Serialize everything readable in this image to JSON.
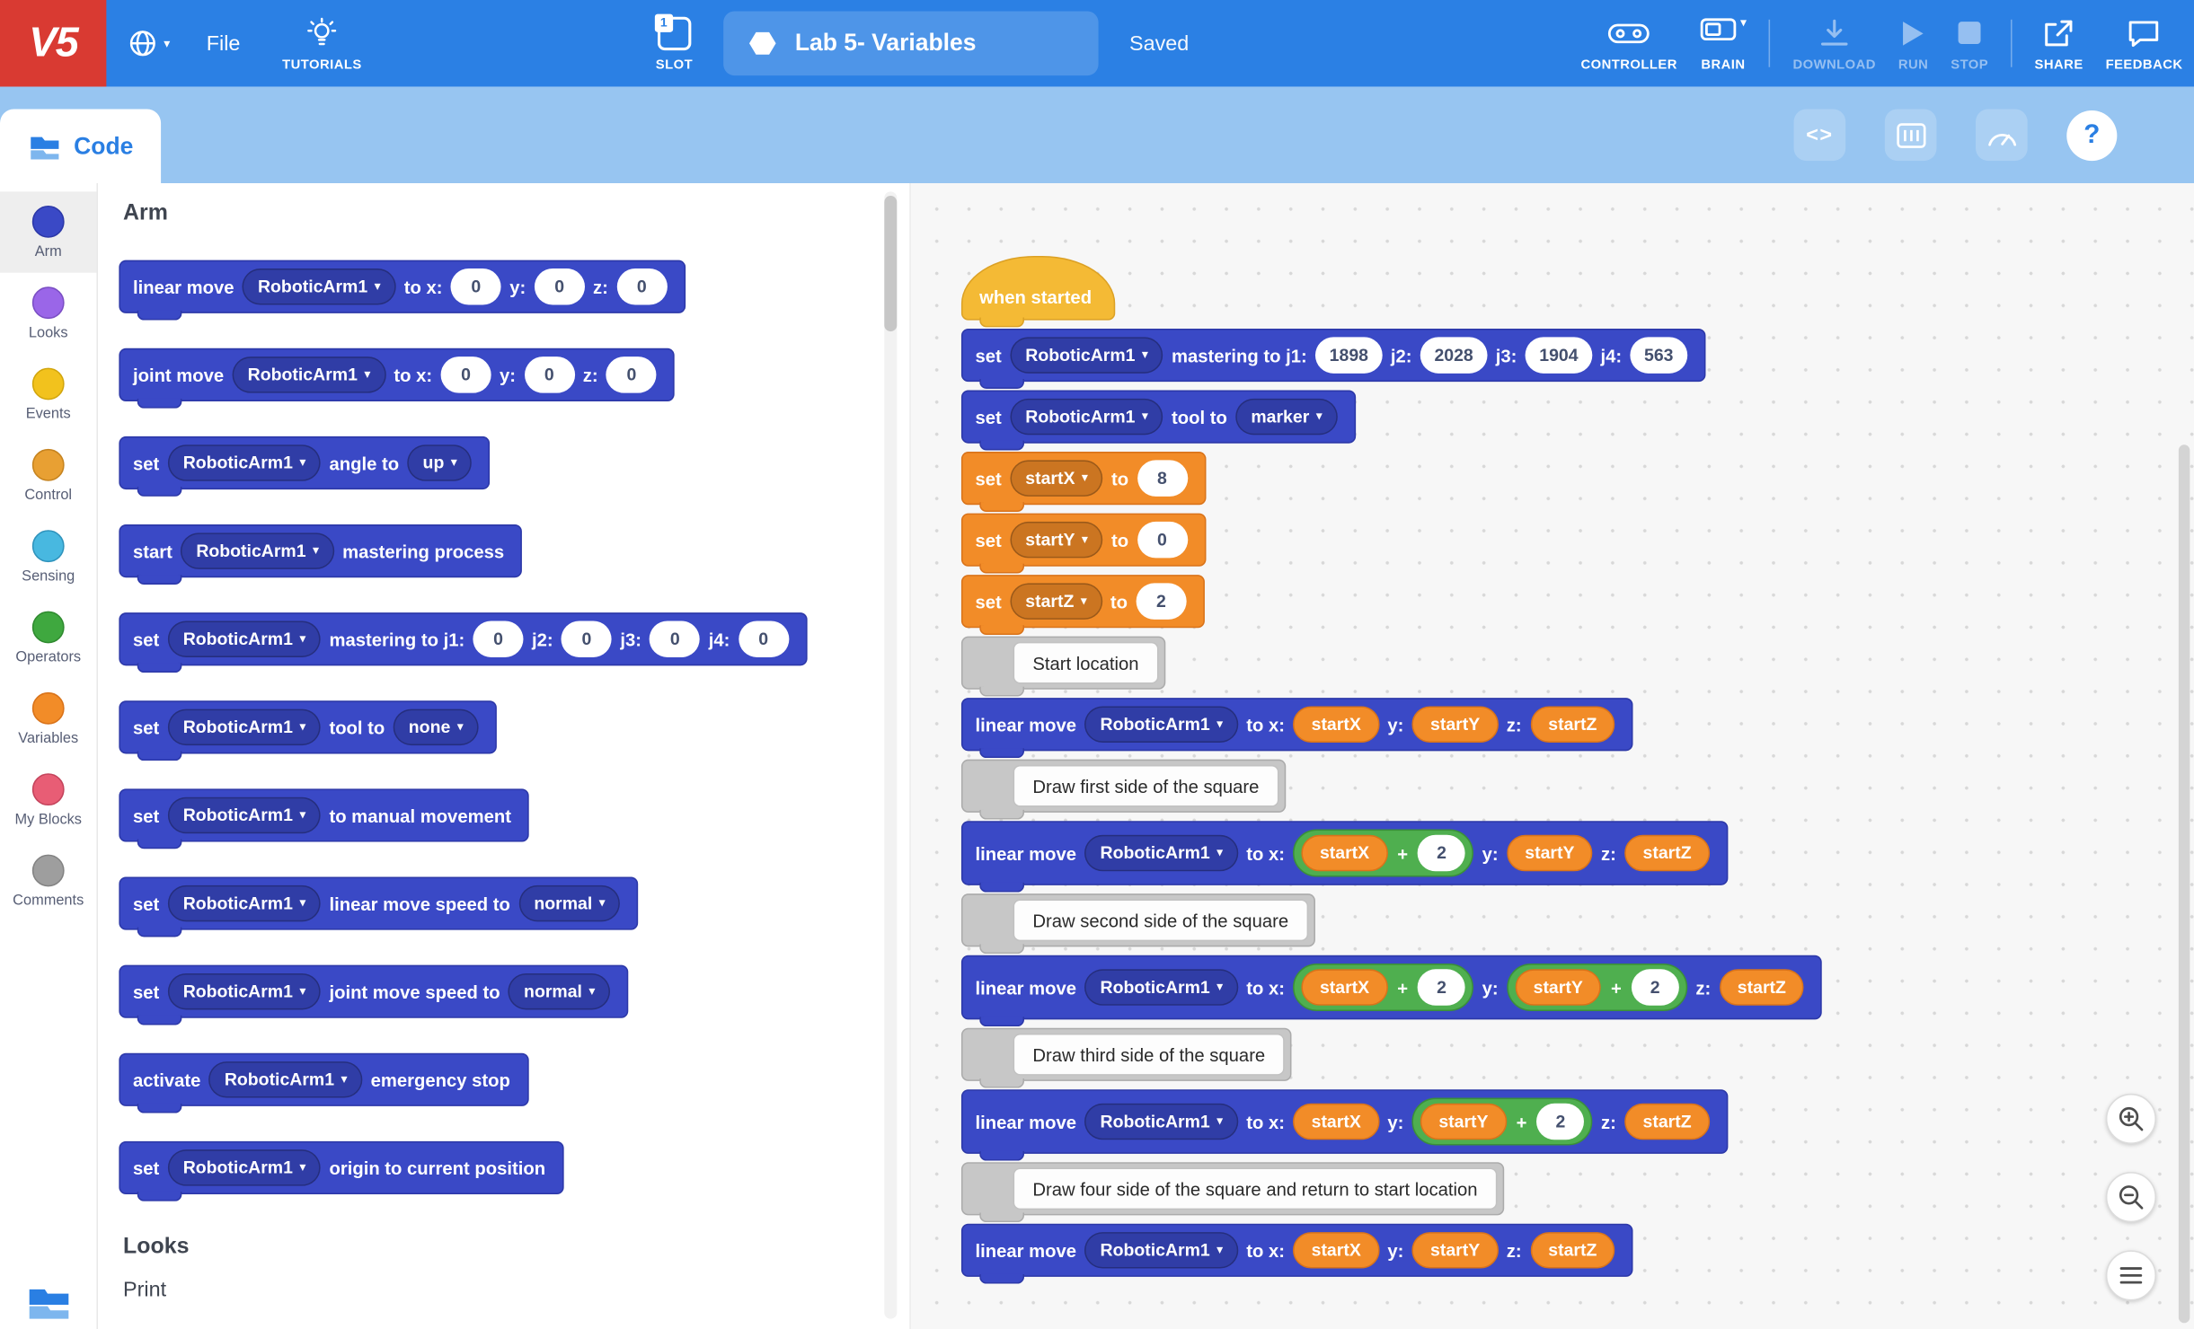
{
  "icons": {
    "chevron_down": "▾"
  },
  "colors": {
    "topbar_blue": "#2b80e4",
    "subbar_blue": "#97c5f1",
    "logo_red": "#d93a32",
    "arm_block_blue": "#3a49c6",
    "variables_orange": "#F28C28",
    "operators_green": "#4faf4f",
    "when_started_yellow": "#f4ba35",
    "comment_gray": "#c7c7c7"
  },
  "topbar": {
    "logo": "V5",
    "file_menu": "File",
    "tutorials": "TUTORIALS",
    "slot_label": "SLOT",
    "slot_number": "1",
    "project_name": "Lab 5- Variables",
    "save_status": "Saved",
    "controller": "CONTROLLER",
    "brain": "BRAIN",
    "download": "DOWNLOAD",
    "run": "RUN",
    "stop": "STOP",
    "share": "SHARE",
    "feedback": "FEEDBACK"
  },
  "subbar": {
    "code_tab": "Code",
    "code_toggle": "<>",
    "help": "?"
  },
  "categories": [
    {
      "label": "Arm",
      "color": "#3a49c6",
      "border": "#2c38a8",
      "active": true
    },
    {
      "label": "Looks",
      "color": "#9A66E8",
      "border": "#7B4FC4"
    },
    {
      "label": "Events",
      "color": "#F2C21D",
      "border": "#D1A50D"
    },
    {
      "label": "Control",
      "color": "#E8A033",
      "border": "#C68420"
    },
    {
      "label": "Sensing",
      "color": "#48B8E0",
      "border": "#2F93BC"
    },
    {
      "label": "Operators",
      "color": "#3FA83F",
      "border": "#2F8A2F"
    },
    {
      "label": "Variables",
      "color": "#F28C28",
      "border": "#D9731A"
    },
    {
      "label": "My Blocks",
      "color": "#E85D75",
      "border": "#C4445C"
    },
    {
      "label": "Comments",
      "color": "#9E9E9E",
      "border": "#838383"
    }
  ],
  "palette": {
    "header": "Arm",
    "next_header": "Looks",
    "next_item": "Print",
    "blocks": [
      {
        "segments": [
          {
            "k": "t",
            "v": "linear move"
          },
          {
            "k": "dd",
            "v": "RoboticArm1"
          },
          {
            "k": "t",
            "v": "to x:"
          },
          {
            "k": "in",
            "v": "0"
          },
          {
            "k": "t",
            "v": "y:"
          },
          {
            "k": "in",
            "v": "0"
          },
          {
            "k": "t",
            "v": "z:"
          },
          {
            "k": "in",
            "v": "0"
          }
        ]
      },
      {
        "segments": [
          {
            "k": "t",
            "v": "joint move"
          },
          {
            "k": "dd",
            "v": "RoboticArm1"
          },
          {
            "k": "t",
            "v": "to x:"
          },
          {
            "k": "in",
            "v": "0"
          },
          {
            "k": "t",
            "v": "y:"
          },
          {
            "k": "in",
            "v": "0"
          },
          {
            "k": "t",
            "v": "z:"
          },
          {
            "k": "in",
            "v": "0"
          }
        ]
      },
      {
        "segments": [
          {
            "k": "t",
            "v": "set"
          },
          {
            "k": "dd",
            "v": "RoboticArm1"
          },
          {
            "k": "t",
            "v": "angle to"
          },
          {
            "k": "dd",
            "v": "up"
          }
        ]
      },
      {
        "segments": [
          {
            "k": "t",
            "v": "start"
          },
          {
            "k": "dd",
            "v": "RoboticArm1"
          },
          {
            "k": "t",
            "v": "mastering process"
          }
        ]
      },
      {
        "segments": [
          {
            "k": "t",
            "v": "set"
          },
          {
            "k": "dd",
            "v": "RoboticArm1"
          },
          {
            "k": "t",
            "v": "mastering to j1:"
          },
          {
            "k": "in",
            "v": "0"
          },
          {
            "k": "t",
            "v": "j2:"
          },
          {
            "k": "in",
            "v": "0"
          },
          {
            "k": "t",
            "v": "j3:"
          },
          {
            "k": "in",
            "v": "0"
          },
          {
            "k": "t",
            "v": "j4:"
          },
          {
            "k": "in",
            "v": "0"
          }
        ]
      },
      {
        "segments": [
          {
            "k": "t",
            "v": "set"
          },
          {
            "k": "dd",
            "v": "RoboticArm1"
          },
          {
            "k": "t",
            "v": "tool to"
          },
          {
            "k": "dd",
            "v": "none"
          }
        ]
      },
      {
        "segments": [
          {
            "k": "t",
            "v": "set"
          },
          {
            "k": "dd",
            "v": "RoboticArm1"
          },
          {
            "k": "t",
            "v": "to manual movement"
          }
        ]
      },
      {
        "segments": [
          {
            "k": "t",
            "v": "set"
          },
          {
            "k": "dd",
            "v": "RoboticArm1"
          },
          {
            "k": "t",
            "v": "linear move speed to"
          },
          {
            "k": "dd",
            "v": "normal"
          }
        ]
      },
      {
        "segments": [
          {
            "k": "t",
            "v": "set"
          },
          {
            "k": "dd",
            "v": "RoboticArm1"
          },
          {
            "k": "t",
            "v": "joint move speed to"
          },
          {
            "k": "dd",
            "v": "normal"
          }
        ]
      },
      {
        "segments": [
          {
            "k": "t",
            "v": "activate"
          },
          {
            "k": "dd",
            "v": "RoboticArm1"
          },
          {
            "k": "t",
            "v": "emergency stop"
          }
        ]
      },
      {
        "segments": [
          {
            "k": "t",
            "v": "set"
          },
          {
            "k": "dd",
            "v": "RoboticArm1"
          },
          {
            "k": "t",
            "v": "origin to current position"
          }
        ]
      }
    ]
  },
  "canvas": {
    "blocks": [
      {
        "shape": "hat",
        "text": "when started"
      },
      {
        "shape": "stack",
        "theme": "arm",
        "segments": [
          {
            "k": "t",
            "v": "set"
          },
          {
            "k": "dd",
            "v": "RoboticArm1"
          },
          {
            "k": "t",
            "v": "mastering to j1:"
          },
          {
            "k": "in",
            "v": "1898"
          },
          {
            "k": "t",
            "v": "j2:"
          },
          {
            "k": "in",
            "v": "2028"
          },
          {
            "k": "t",
            "v": "j3:"
          },
          {
            "k": "in",
            "v": "1904"
          },
          {
            "k": "t",
            "v": "j4:"
          },
          {
            "k": "in",
            "v": "563"
          }
        ]
      },
      {
        "shape": "stack",
        "theme": "arm",
        "segments": [
          {
            "k": "t",
            "v": "set"
          },
          {
            "k": "dd",
            "v": "RoboticArm1"
          },
          {
            "k": "t",
            "v": "tool to"
          },
          {
            "k": "dd",
            "v": "marker"
          }
        ]
      },
      {
        "shape": "stack",
        "theme": "var",
        "segments": [
          {
            "k": "t",
            "v": "set"
          },
          {
            "k": "dd",
            "v": "startX"
          },
          {
            "k": "t",
            "v": "to"
          },
          {
            "k": "in",
            "v": "8"
          }
        ]
      },
      {
        "shape": "stack",
        "theme": "var",
        "segments": [
          {
            "k": "t",
            "v": "set"
          },
          {
            "k": "dd",
            "v": "startY"
          },
          {
            "k": "t",
            "v": "to"
          },
          {
            "k": "in",
            "v": "0"
          }
        ]
      },
      {
        "shape": "stack",
        "theme": "var",
        "segments": [
          {
            "k": "t",
            "v": "set"
          },
          {
            "k": "dd",
            "v": "startZ"
          },
          {
            "k": "t",
            "v": "to"
          },
          {
            "k": "in",
            "v": "2"
          }
        ]
      },
      {
        "shape": "comment",
        "text": "Start location"
      },
      {
        "shape": "stack",
        "theme": "arm",
        "segments": [
          {
            "k": "t",
            "v": "linear move"
          },
          {
            "k": "dd",
            "v": "RoboticArm1"
          },
          {
            "k": "t",
            "v": "to x:"
          },
          {
            "k": "var",
            "v": "startX"
          },
          {
            "k": "t",
            "v": "y:"
          },
          {
            "k": "var",
            "v": "startY"
          },
          {
            "k": "t",
            "v": "z:"
          },
          {
            "k": "var",
            "v": "startZ"
          }
        ]
      },
      {
        "shape": "comment",
        "text": "Draw first side of the square"
      },
      {
        "shape": "stack",
        "theme": "arm",
        "segments": [
          {
            "k": "t",
            "v": "linear move"
          },
          {
            "k": "dd",
            "v": "RoboticArm1"
          },
          {
            "k": "t",
            "v": "to x:"
          },
          {
            "k": "op",
            "a": "startX",
            "sym": "+",
            "b": "2"
          },
          {
            "k": "t",
            "v": "y:"
          },
          {
            "k": "var",
            "v": "startY"
          },
          {
            "k": "t",
            "v": "z:"
          },
          {
            "k": "var",
            "v": "startZ"
          }
        ]
      },
      {
        "shape": "comment",
        "text": "Draw second side of the square"
      },
      {
        "shape": "stack",
        "theme": "arm",
        "segments": [
          {
            "k": "t",
            "v": "linear move"
          },
          {
            "k": "dd",
            "v": "RoboticArm1"
          },
          {
            "k": "t",
            "v": "to x:"
          },
          {
            "k": "op",
            "a": "startX",
            "sym": "+",
            "b": "2"
          },
          {
            "k": "t",
            "v": "y:"
          },
          {
            "k": "op",
            "a": "startY",
            "sym": "+",
            "b": "2"
          },
          {
            "k": "t",
            "v": "z:"
          },
          {
            "k": "var",
            "v": "startZ"
          }
        ]
      },
      {
        "shape": "comment",
        "text": "Draw third side of the square"
      },
      {
        "shape": "stack",
        "theme": "arm",
        "segments": [
          {
            "k": "t",
            "v": "linear move"
          },
          {
            "k": "dd",
            "v": "RoboticArm1"
          },
          {
            "k": "t",
            "v": "to x:"
          },
          {
            "k": "var",
            "v": "startX"
          },
          {
            "k": "t",
            "v": "y:"
          },
          {
            "k": "op",
            "a": "startY",
            "sym": "+",
            "b": "2"
          },
          {
            "k": "t",
            "v": "z:"
          },
          {
            "k": "var",
            "v": "startZ"
          }
        ]
      },
      {
        "shape": "comment",
        "text": "Draw four side of the square and return to start location"
      },
      {
        "shape": "stack",
        "theme": "arm",
        "segments": [
          {
            "k": "t",
            "v": "linear move"
          },
          {
            "k": "dd",
            "v": "RoboticArm1"
          },
          {
            "k": "t",
            "v": "to x:"
          },
          {
            "k": "var",
            "v": "startX"
          },
          {
            "k": "t",
            "v": "y:"
          },
          {
            "k": "var",
            "v": "startY"
          },
          {
            "k": "t",
            "v": "z:"
          },
          {
            "k": "var",
            "v": "startZ"
          }
        ]
      }
    ]
  }
}
